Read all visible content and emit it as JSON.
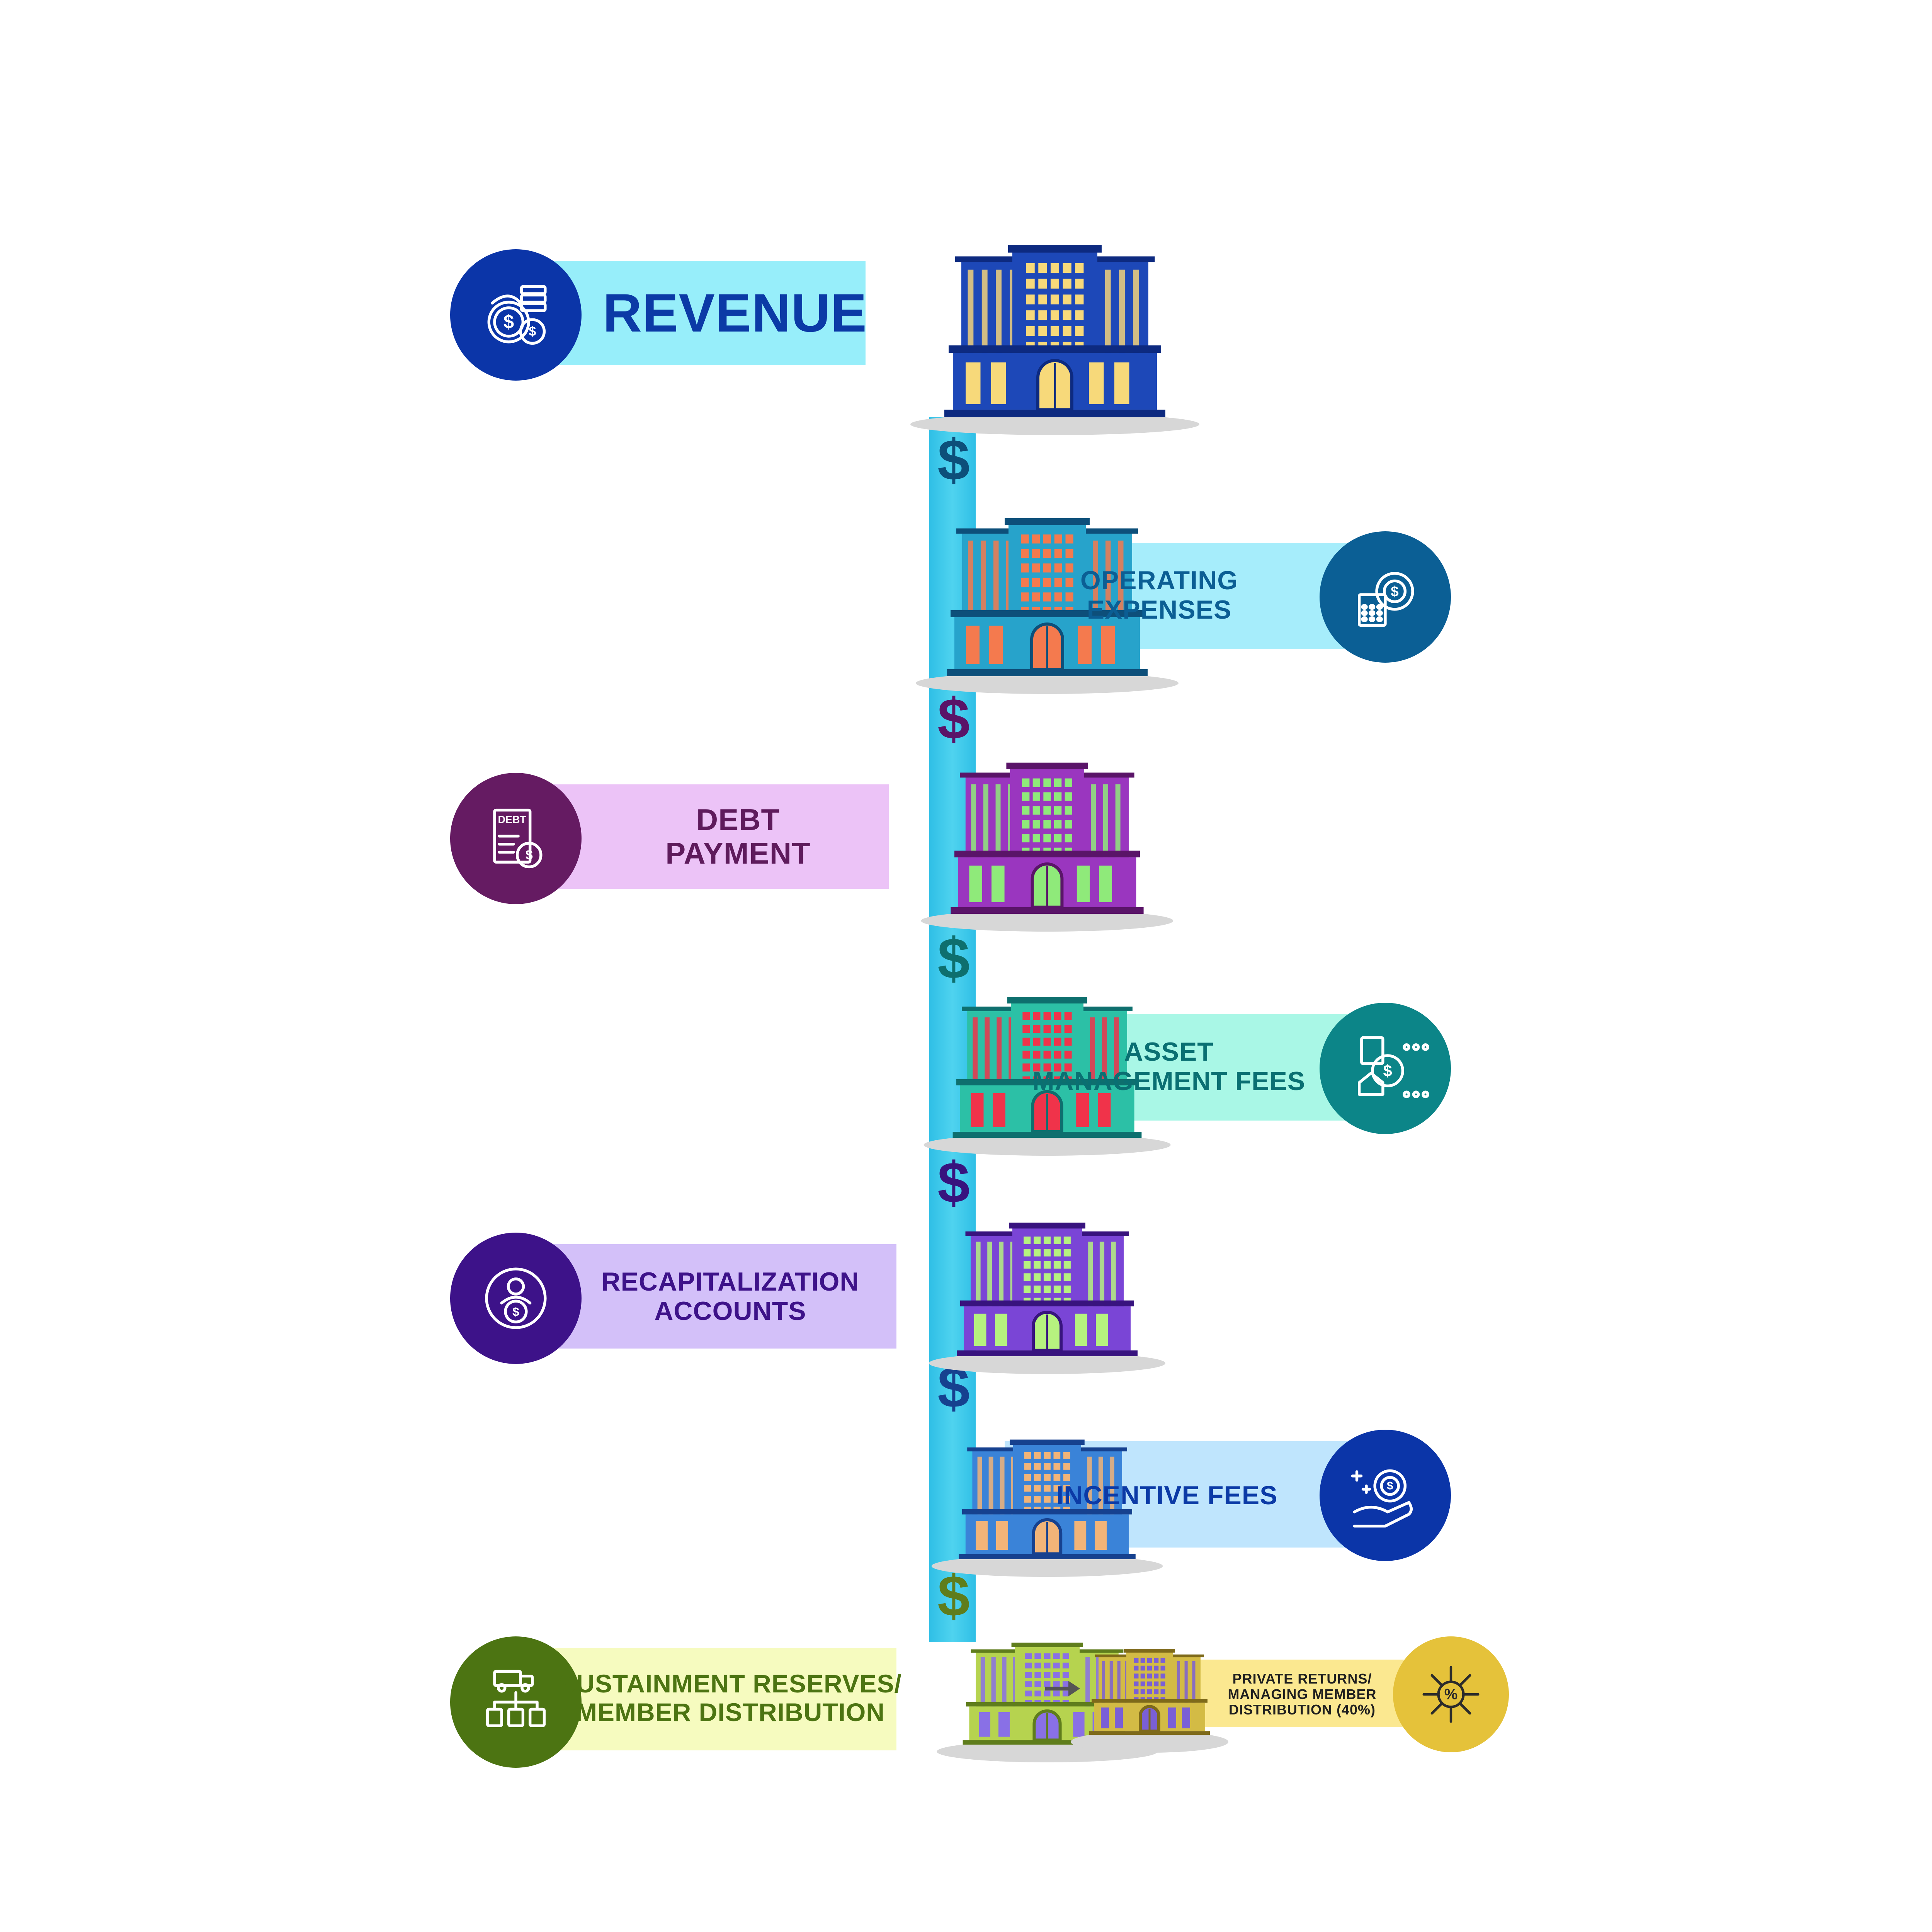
{
  "steps": [
    {
      "id": "revenue",
      "lines": [
        "REVENUE"
      ],
      "icon": "money-bags-coins-icon",
      "colors": {
        "band": "#97eefa",
        "circle": "#0b35a8",
        "text": "#0b3aa6",
        "building": "#1d48b8",
        "building_dark": "#0d2a80",
        "window": "#f7d97a",
        "pillar": "#f2d27a"
      }
    },
    {
      "id": "operating-expenses",
      "lines": [
        "OPERATING",
        "EXPENSES"
      ],
      "icon": "calculator-gear-icon",
      "colors": {
        "band": "#a6edfb",
        "circle": "#0b5f95",
        "text": "#0b5e94",
        "building": "#27a3cb",
        "building_dark": "#0d4f7a",
        "window": "#f47a4e",
        "pillar": "#f47a4e"
      }
    },
    {
      "id": "debt-payment",
      "lines": [
        "DEBT",
        "PAYMENT"
      ],
      "icon": "debt-document-icon",
      "colors": {
        "band": "#ecc3f7",
        "circle": "#651b62",
        "text": "#5e1b5c",
        "building": "#9a36bf",
        "building_dark": "#5a1468",
        "window": "#8fea7a",
        "pillar": "#8fea7a"
      }
    },
    {
      "id": "asset-management-fees",
      "lines": [
        "ASSET",
        "MANAGEMENT FEES"
      ],
      "icon": "document-house-coin-icon",
      "colors": {
        "band": "#a9f7e6",
        "circle": "#0c8588",
        "text": "#0a6f72",
        "building": "#2cc0a6",
        "building_dark": "#0e6f6e",
        "window": "#f0334a",
        "pillar": "#f0334a"
      }
    },
    {
      "id": "recapitalization-accounts",
      "lines": [
        "RECAPITALIZATION",
        "ACCOUNTS"
      ],
      "icon": "person-coin-cycle-icon",
      "colors": {
        "band": "#d3c0f9",
        "circle": "#3d1289",
        "text": "#3d1289",
        "building": "#7a45d6",
        "building_dark": "#38137e",
        "window": "#b6f27f",
        "pillar": "#b6f27f"
      }
    },
    {
      "id": "incentive-fees",
      "lines": [
        "INCENTIVE FEES"
      ],
      "icon": "hand-gear-coin-icon",
      "colors": {
        "band": "#bfe5fd",
        "circle": "#0b35a8",
        "text": "#0b3aa6",
        "building": "#3a83d8",
        "building_dark": "#16418f",
        "window": "#f2b478",
        "pillar": "#f2b478"
      }
    },
    {
      "id": "sustainment-reserves",
      "lines": [
        "SUSTAINMENT RESERVES/",
        "MEMBER DISTRIBUTION"
      ],
      "icon": "delivery-truck-network-icon",
      "colors": {
        "band": "#f6fbbf",
        "circle": "#4c7412",
        "text": "#4c7412",
        "building": "#b6d34f",
        "building_dark": "#5f7d1c",
        "window": "#8970e6",
        "pillar": "#8970e6"
      }
    }
  ],
  "side_step": {
    "id": "private-returns",
    "lines": [
      "PRIVATE RETURNS/",
      "MANAGING MEMBER",
      "DISTRIBUTION (40%)"
    ],
    "icon": "percent-arrows-icon",
    "colors": {
      "band": "#fbe890",
      "circle": "#e5c23a",
      "text": "#1f1f1f",
      "building": "#d3bb45",
      "building_dark": "#7e6a1a",
      "window": "#7a5fd6",
      "pillar": "#7a5fd6"
    }
  },
  "flow": {
    "symbol": "$",
    "stream_color": "#4fd3ef",
    "arrow_color": "#555555"
  }
}
